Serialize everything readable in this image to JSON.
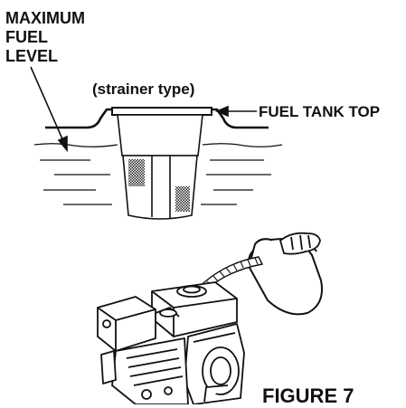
{
  "labels": {
    "max_fuel_line1": "MAXIMUM",
    "max_fuel_line2": "FUEL",
    "max_fuel_line3": "LEVEL",
    "strainer": "(strainer type)",
    "tank_top": "FUEL TANK TOP"
  },
  "figure_caption": "FIGURE 7",
  "colors": {
    "ink": "#111111",
    "paper": "#ffffff"
  }
}
